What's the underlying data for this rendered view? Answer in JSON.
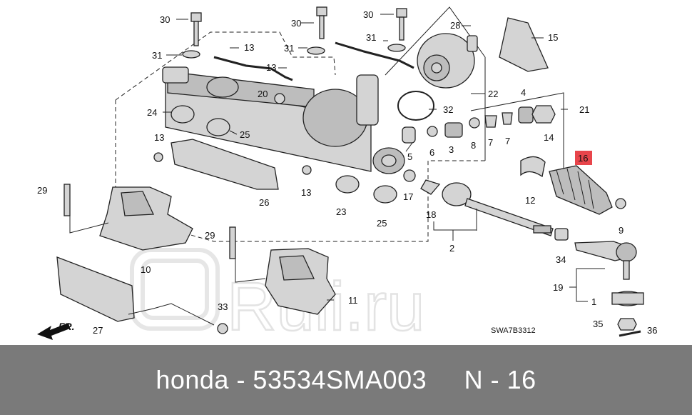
{
  "diagram": {
    "part_labels": [
      "30",
      "30",
      "30",
      "31",
      "31",
      "31",
      "28",
      "15",
      "13",
      "13",
      "20",
      "22",
      "32",
      "21",
      "4",
      "14",
      "24",
      "25",
      "13",
      "5",
      "6",
      "3",
      "8",
      "7",
      "7",
      "16",
      "29",
      "13",
      "26",
      "23",
      "25",
      "17",
      "12",
      "18",
      "2",
      "9",
      "34",
      "29",
      "10",
      "11",
      "19",
      "1",
      "33",
      "27",
      "35",
      "36"
    ],
    "highlighted_label": "16",
    "highlight_color": "#e8454b",
    "direction_label": "FR.",
    "drawing_code": "SWA7B3312"
  },
  "watermark": {
    "text": "Ruli.ru"
  },
  "footer": {
    "caption": "honda - 53534SMA003     N - 16",
    "background": "#7a7a7a"
  }
}
